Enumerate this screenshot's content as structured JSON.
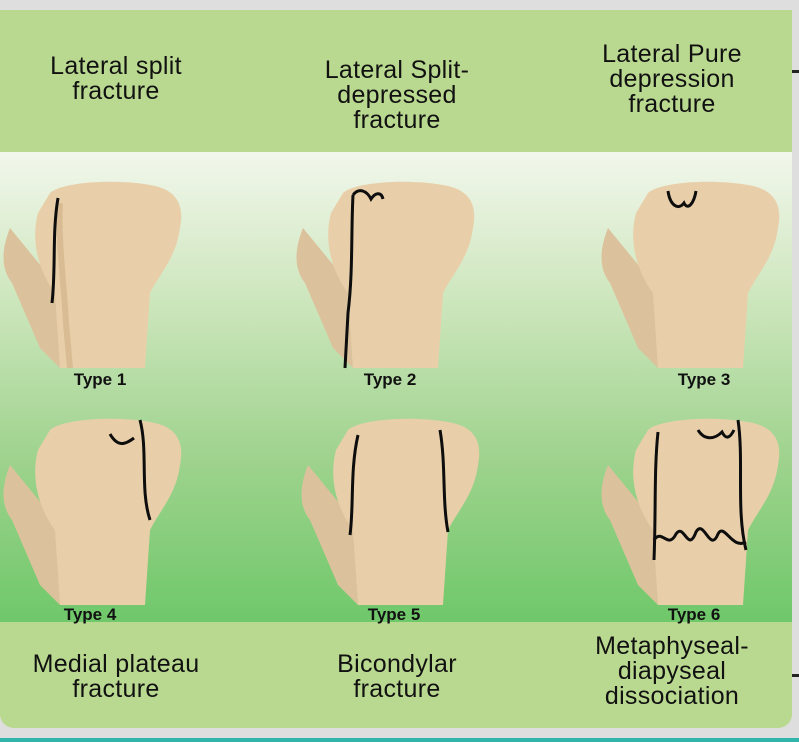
{
  "top_labels": [
    "Lateral split\nfracture",
    "Lateral Split-\ndepressed\nfracture",
    "Lateral Pure\ndepression\nfracture"
  ],
  "bottom_labels": [
    "Medial plateau\nfracture",
    "Bicondylar\nfracture",
    "Metaphyseal-\ndiapyseal\ndissociation"
  ],
  "types": [
    "Type 1",
    "Type 2",
    "Type 3",
    "Type 4",
    "Type 5",
    "Type 6"
  ],
  "colors": {
    "band": "#bad990",
    "bone": "#e8cfa9",
    "fracture_line": "#0d0d0d"
  }
}
